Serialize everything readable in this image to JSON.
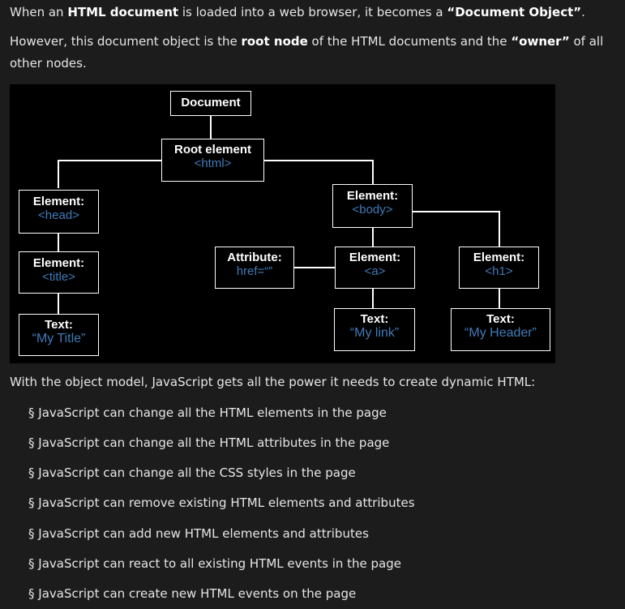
{
  "intro": {
    "p1_a": "When an ",
    "p1_b": "HTML document",
    "p1_c": " is loaded into a web browser, it becomes a ",
    "p1_d": "“Document Object”",
    "p1_e": ".",
    "p2_a": "However, this document object is the ",
    "p2_b": "root node",
    "p2_c": " of the HTML documents and the ",
    "p2_d": "“owner”",
    "p2_e": " of all other nodes."
  },
  "diagram": {
    "document": {
      "label": "Document"
    },
    "root": {
      "label": "Root element",
      "value": "<html>"
    },
    "head": {
      "label": "Element:",
      "value": "<head>"
    },
    "body": {
      "label": "Element:",
      "value": "<body>"
    },
    "title": {
      "label": "Element:",
      "value": "<title>"
    },
    "attribute": {
      "label": "Attribute:",
      "value": "href=“”"
    },
    "a": {
      "label": "Element:",
      "value": "<a>"
    },
    "h1": {
      "label": "Element:",
      "value": "<h1>"
    },
    "text_title": {
      "label": "Text:",
      "value": "“My Title”"
    },
    "text_link": {
      "label": "Text:",
      "value": "“My link”"
    },
    "text_header": {
      "label": "Text:",
      "value": "“My Header”"
    },
    "colors": {
      "background": "#000000",
      "value": "#3f7bb8",
      "border": "#ffffff"
    }
  },
  "outro": "With the object model, JavaScript gets all the power it needs to create dynamic HTML:",
  "bullets": [
    "§ JavaScript can change all the HTML elements in the page",
    "§ JavaScript can change all the HTML attributes in the page",
    "§ JavaScript can change all the CSS styles in the page",
    "§ JavaScript can remove existing HTML elements and attributes",
    "§ JavaScript can add new HTML elements and attributes",
    "§ JavaScript can react to all existing HTML events in the page",
    "§ JavaScript can create new HTML events on the page"
  ]
}
